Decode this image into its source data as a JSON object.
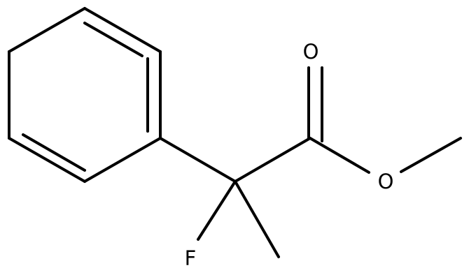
{
  "molecule": {
    "atoms": {
      "carbonyl_oxygen": "O",
      "ester_oxygen": "O",
      "fluorine": "F"
    }
  },
  "colors": {
    "bond": "#000000",
    "label": "#000000",
    "background": "#ffffff"
  }
}
